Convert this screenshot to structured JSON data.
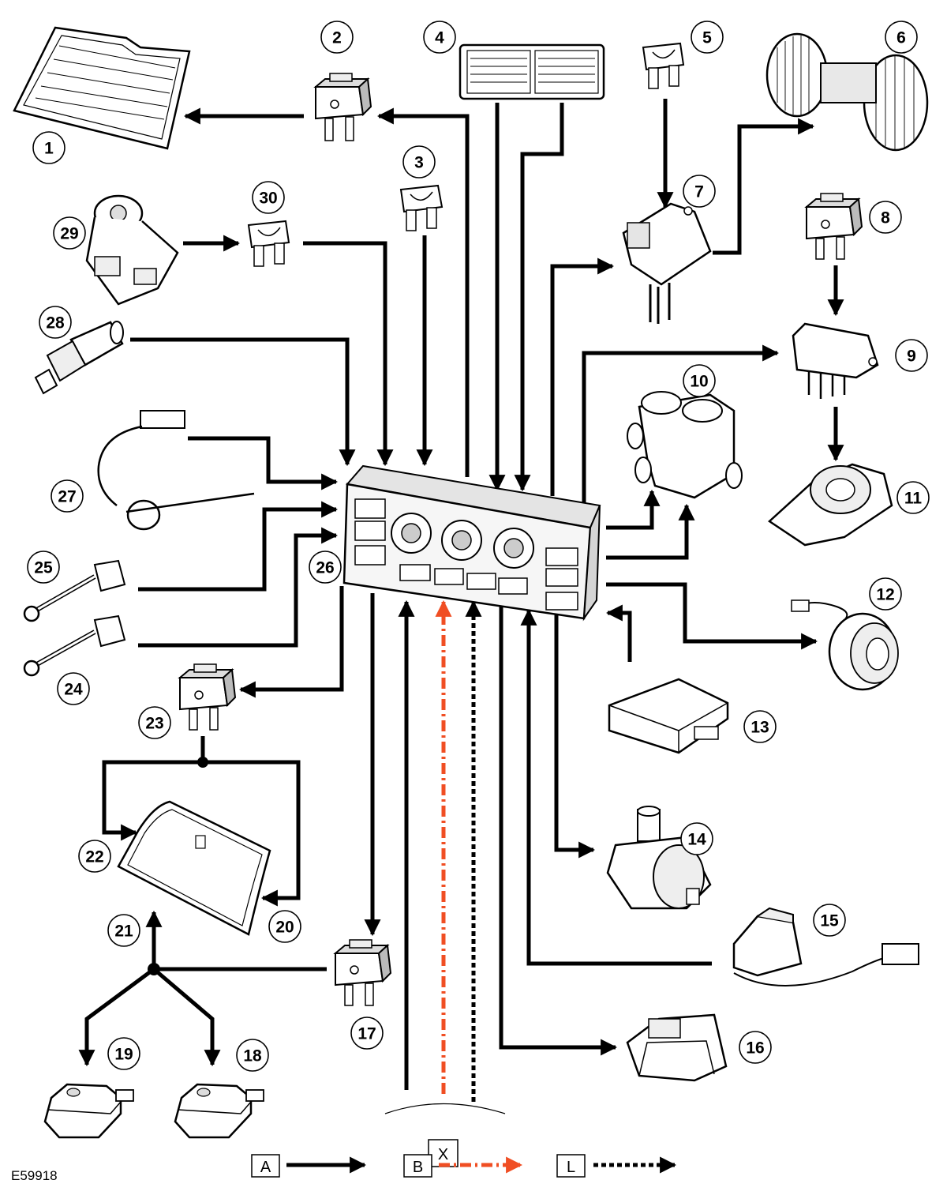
{
  "figure_id": "E59918",
  "callouts": [
    {
      "n": "1"
    },
    {
      "n": "2"
    },
    {
      "n": "3"
    },
    {
      "n": "4"
    },
    {
      "n": "5"
    },
    {
      "n": "6"
    },
    {
      "n": "7"
    },
    {
      "n": "8"
    },
    {
      "n": "9"
    },
    {
      "n": "10"
    },
    {
      "n": "11"
    },
    {
      "n": "12"
    },
    {
      "n": "13"
    },
    {
      "n": "14"
    },
    {
      "n": "15"
    },
    {
      "n": "16"
    },
    {
      "n": "17"
    },
    {
      "n": "18"
    },
    {
      "n": "19"
    },
    {
      "n": "20"
    },
    {
      "n": "21"
    },
    {
      "n": "22"
    },
    {
      "n": "23"
    },
    {
      "n": "24"
    },
    {
      "n": "25"
    },
    {
      "n": "26"
    },
    {
      "n": "27"
    },
    {
      "n": "28"
    },
    {
      "n": "29"
    },
    {
      "n": "30"
    }
  ],
  "bus_label": "X",
  "legend": [
    {
      "key": "A",
      "line": "solid",
      "color": "#000000"
    },
    {
      "key": "B",
      "line": "dash-dot",
      "color": "#f04e23"
    },
    {
      "key": "L",
      "line": "dotted",
      "color": "#000000"
    }
  ],
  "colors": {
    "line": "#000000",
    "accent": "#f04e23"
  }
}
